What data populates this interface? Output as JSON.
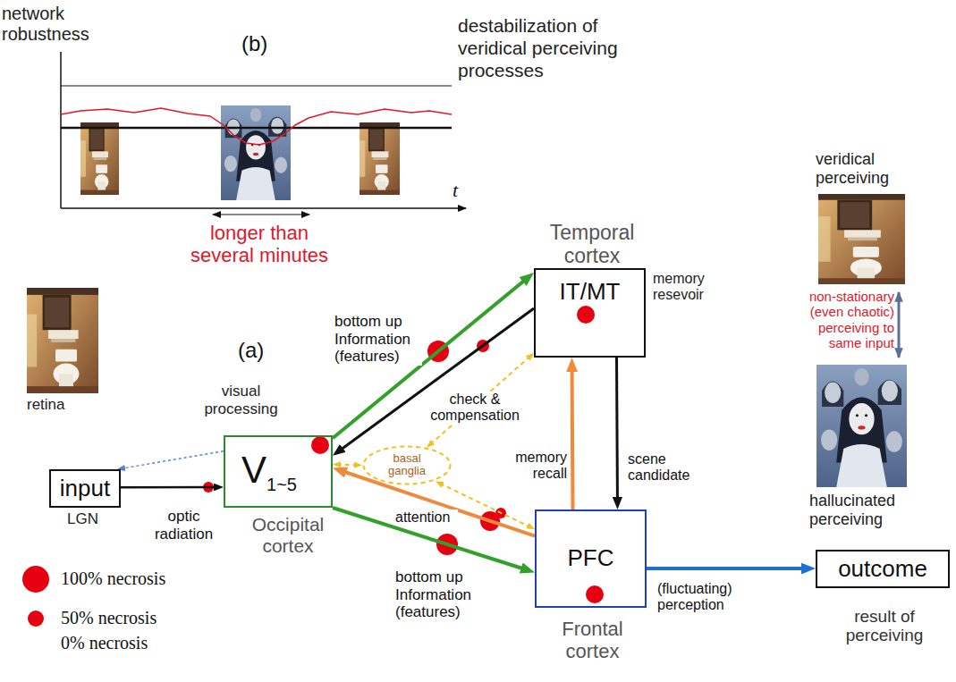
{
  "diagram": {
    "nodes": [
      {
        "text": [
          "IT/MT",
          "Temporal cortex"
        ]
      },
      {
        "text": [
          "input"
        ]
      },
      {
        "text": [
          "V",
          "1~5",
          "Occipital cortex"
        ]
      },
      {
        "text": [
          "basal ganglia"
        ]
      },
      {
        "text": [
          "PFC",
          "Frontal cortex"
        ]
      },
      {
        "text": [
          "outcome",
          "result of perceiving"
        ]
      }
    ],
    "edges": [
      {
        "from": 1,
        "to": 2,
        "arrow": "to",
        "label": "optic radiation"
      },
      {
        "from": 2,
        "to": 1,
        "arrow": "to"
      },
      {
        "from": 2,
        "to": 0,
        "arrow": "to",
        "label": "bottom up Information (features)"
      },
      {
        "from": 0,
        "to": 2,
        "arrow": "to",
        "label": "check & compensation"
      },
      {
        "from": 4,
        "to": 2,
        "arrow": "to",
        "label": "attention"
      },
      {
        "from": 2,
        "to": 4,
        "arrow": "to",
        "label": "bottom up Information (features)"
      },
      {
        "from": 4,
        "to": 0,
        "arrow": "to",
        "label": "memory recall"
      },
      {
        "from": 0,
        "to": 4,
        "arrow": "to",
        "label": "scene candidate"
      },
      {
        "from": 4,
        "to": 5,
        "arrow": "to",
        "label": "(fluctuating) perception"
      },
      {
        "from": 3,
        "to": 2,
        "arrow": "both"
      },
      {
        "from": 3,
        "to": 0,
        "arrow": "both"
      },
      {
        "from": 3,
        "to": 4,
        "arrow": "both"
      }
    ],
    "labels": [
      "network robustness",
      "(b)",
      "destabilization of veridical perceiving processes",
      "t",
      "longer than several minutes",
      "veridical perceiving",
      "retina",
      "(a)",
      "visual processing",
      "memory resevoir",
      "non-stationary (even chaotic) perceiving to same input",
      "hallucinated perceiving",
      "LGN"
    ],
    "legend": [
      {
        "text": "100% necrosis"
      },
      {
        "text": "50% necrosis"
      },
      {
        "text": "0% necrosis"
      }
    ]
  }
}
